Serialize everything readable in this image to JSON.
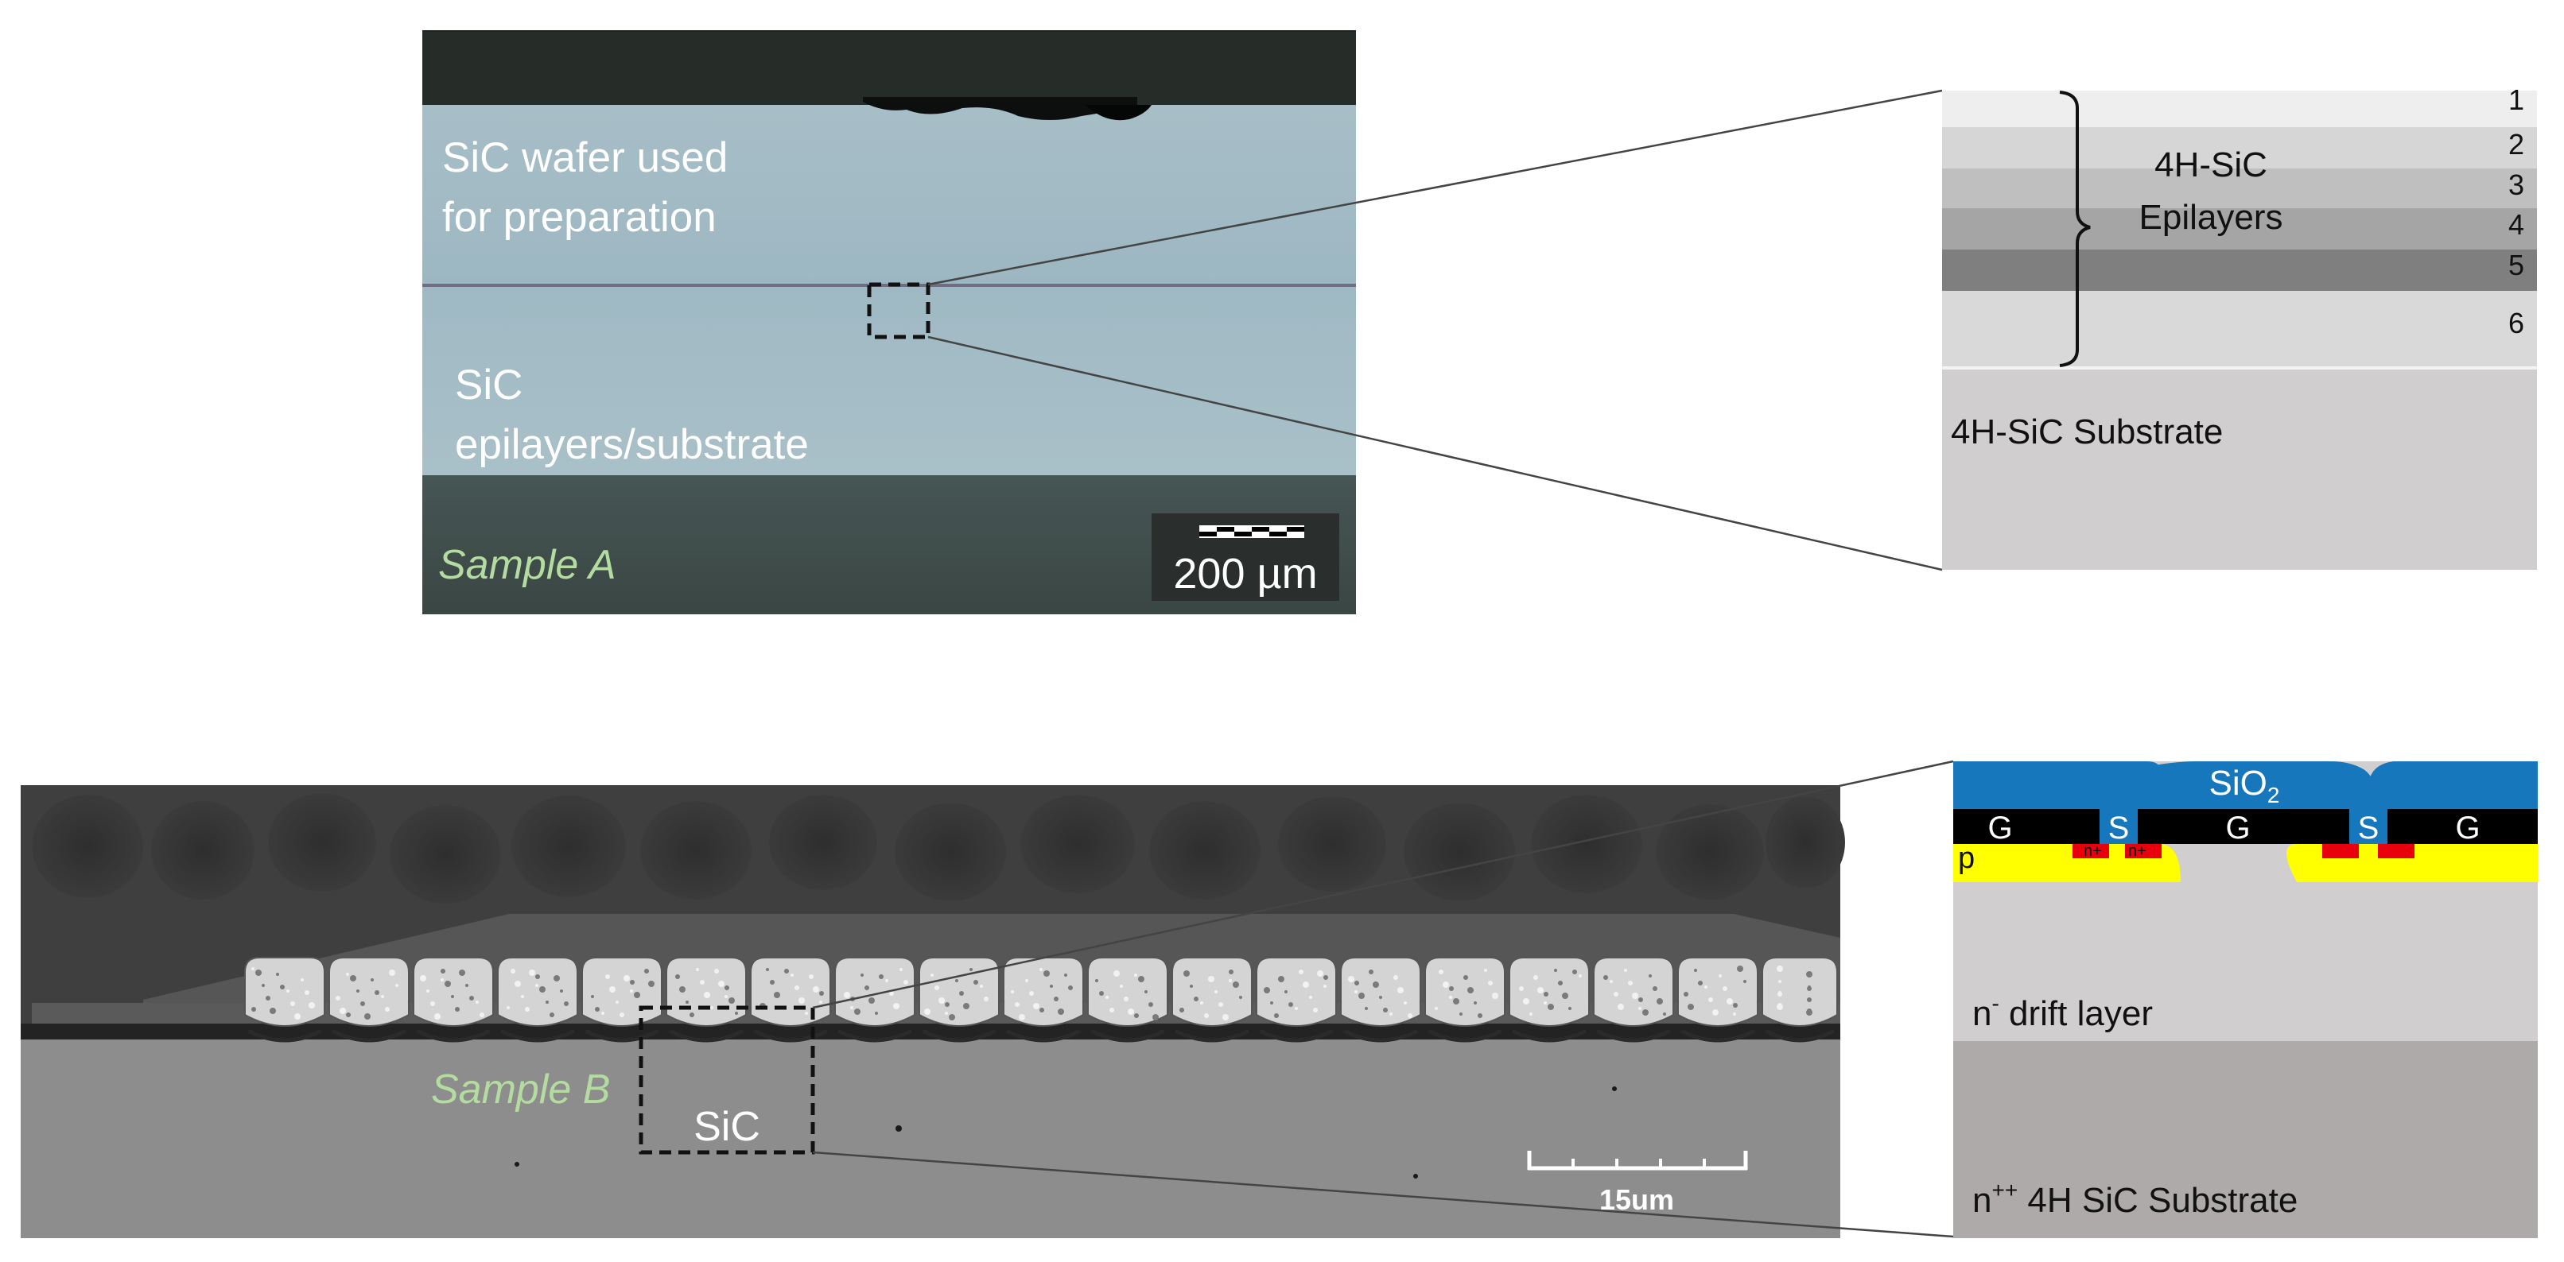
{
  "sample_a": {
    "label_wafer_line1": "SiC wafer used",
    "label_wafer_line2": "for preparation",
    "label_epi_line1": "SiC",
    "label_epi_line2": "epilayers/substrate",
    "sample_label": "Sample A",
    "scale_bar_text": "200 µm"
  },
  "layer_stack": {
    "layer_numbers": [
      "1",
      "2",
      "3",
      "4",
      "5",
      "6"
    ],
    "epi_label_line1": "4H-SiC",
    "epi_label_line2": "Epilayers",
    "substrate_label": "4H-SiC Substrate"
  },
  "sample_b": {
    "sample_label": "Sample B",
    "sic_label": "SiC",
    "scale_bar_text": "15um"
  },
  "device": {
    "oxide_label": "SiO",
    "oxide_subscript": "2",
    "gate_labels": [
      "G",
      "G",
      "G"
    ],
    "source_labels": [
      "S",
      "S"
    ],
    "nplus_labels": [
      "n+",
      "n+"
    ],
    "p_label": "p",
    "drift_label_n": "n",
    "drift_label_sup": "-",
    "drift_label_rest": " drift layer",
    "substrate_label_n": "n",
    "substrate_label_sup": "++",
    "substrate_label_rest": " 4H SiC Substrate"
  },
  "colors": {
    "oxide_blue": "#1777bd",
    "gate_black": "#000000",
    "p_yellow": "#ffff00",
    "nplus_red": "#e8000c",
    "sample_label_green": "#b5dca0"
  }
}
